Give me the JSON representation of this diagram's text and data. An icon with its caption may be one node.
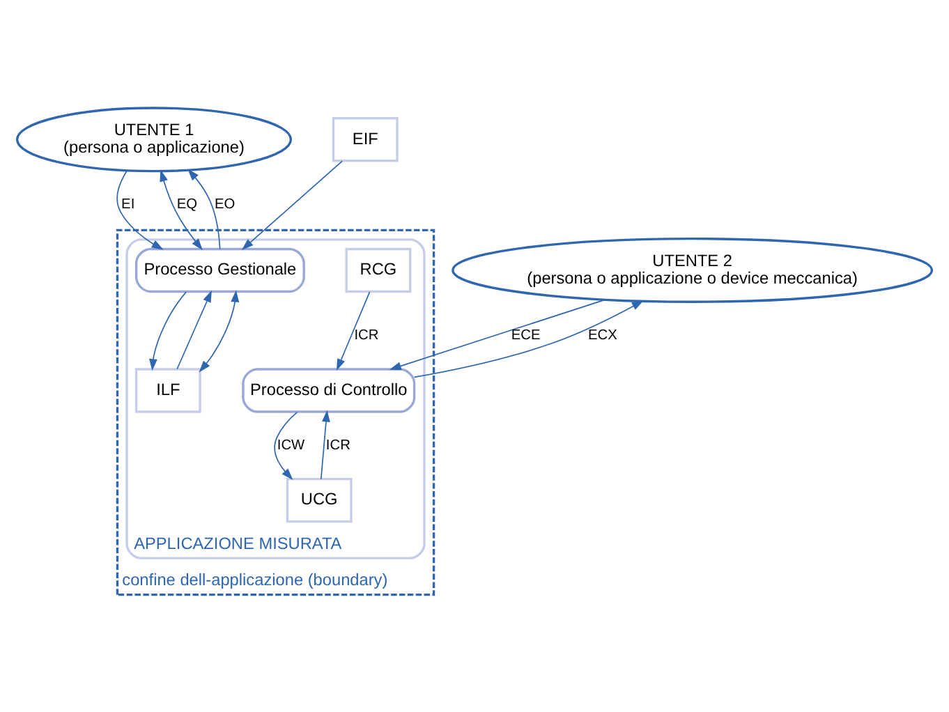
{
  "diagram": {
    "nodes": [
      {
        "text": [
          "UTENTE 1",
          "(persona o applicazione)"
        ]
      },
      {
        "text": [
          "UTENTE 2",
          "(persona o applicazione o device meccanica)"
        ]
      },
      {
        "text": [
          "confine dell-applicazione (boundary)"
        ]
      },
      {
        "text": [
          "APPLICAZIONE MISURATA"
        ],
        "in": 2
      },
      {
        "text": [
          "Processo Gestionale"
        ],
        "in": 3
      },
      {
        "text": [
          "Processo di Controllo"
        ],
        "in": 3
      },
      {
        "text": [
          "ILF"
        ],
        "in": 3
      },
      {
        "text": [
          "UCG"
        ],
        "in": 3
      },
      {
        "text": [
          "RCG"
        ],
        "in": 3
      },
      {
        "text": [
          "EIF"
        ]
      }
    ],
    "edges": [
      {
        "from": 0,
        "to": 4,
        "arrow": "to",
        "label": "EI"
      },
      {
        "from": 4,
        "to": 0,
        "arrow": "to",
        "label": "EO"
      },
      {
        "from": 0,
        "to": 4,
        "arrow": "both",
        "label": "EQ"
      },
      {
        "from": 1,
        "to": 5,
        "arrow": "to",
        "label": "ECE"
      },
      {
        "from": 5,
        "to": 1,
        "arrow": "to",
        "label": "ECX"
      },
      {
        "from": 9,
        "to": 4,
        "arrow": "to"
      },
      {
        "from": 4,
        "to": 6,
        "arrow": "to"
      },
      {
        "from": 6,
        "to": 4,
        "arrow": "to"
      },
      {
        "from": 4,
        "to": 6,
        "arrow": "both"
      },
      {
        "from": 5,
        "to": 7,
        "arrow": "to",
        "label": "ICW"
      },
      {
        "from": 7,
        "to": 5,
        "arrow": "to",
        "label": "ICR"
      },
      {
        "from": 8,
        "to": 5,
        "arrow": "to",
        "label": "ICR"
      }
    ]
  }
}
